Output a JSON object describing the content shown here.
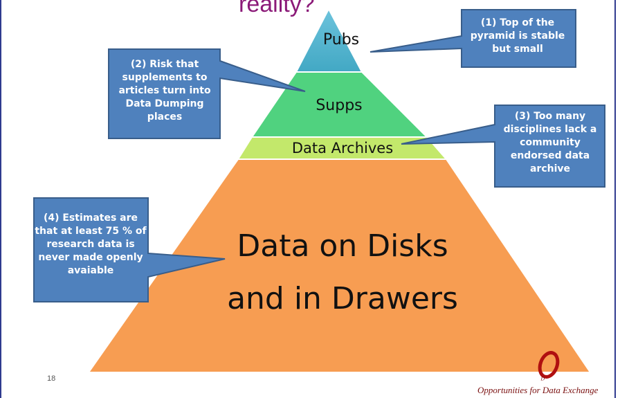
{
  "slide": {
    "title_fragment": "reality?",
    "page_number": "18"
  },
  "pyramid": {
    "layers": [
      {
        "label": "Pubs",
        "color": "#4bacc6"
      },
      {
        "label": "Supps",
        "color": "#50d27f"
      },
      {
        "label": "Data Archives",
        "color": "#c3e86b"
      },
      {
        "label_line1": "Data on Disks",
        "label_line2": "and in Drawers",
        "color": "#f79d52"
      }
    ]
  },
  "callouts": {
    "c1": "(1) Top of the pyramid is stable but small",
    "c2": "(2) Risk that supplements to articles turn into Data Dumping places",
    "c3": "(3) Too many disciplines lack a community endorsed data archive",
    "c4": "(4) Estimates are that at least 75 % of research data is never made openly avaiable",
    "fill_color": "#4f81bd",
    "border_color": "#385d8a"
  },
  "brand": {
    "logo_letters": "ODE",
    "name": "Opportunities for Data Exchange"
  }
}
